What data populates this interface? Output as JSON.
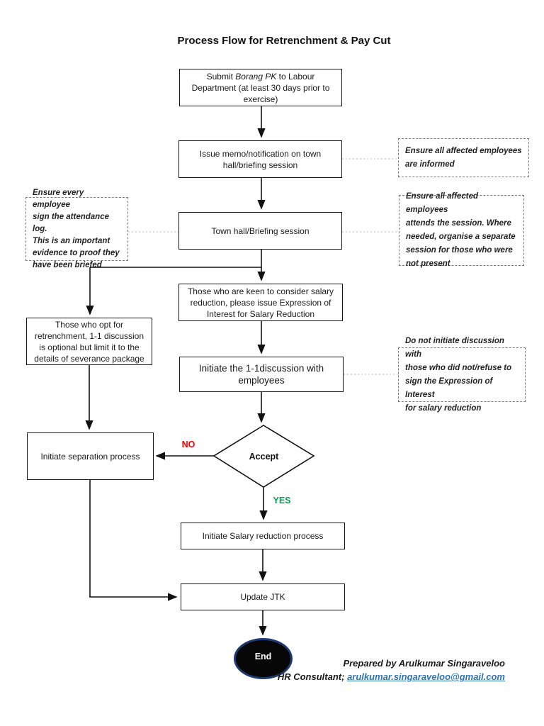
{
  "title": "Process Flow for Retrenchment & Pay Cut",
  "nodes": {
    "submit": {
      "pre": "Submit ",
      "italic": "Borang PK",
      "post": " to Labour",
      "line2": "Department (at least 30 days prior to",
      "line3": "exercise)"
    },
    "memo": {
      "lines": [
        "Issue memo/notification on town",
        "hall/briefing session"
      ]
    },
    "townhall": {
      "label": "Town hall/Briefing session"
    },
    "keen": {
      "lines": [
        "Those who are keen to consider salary",
        "reduction, please issue Expression of",
        "Interest for Salary Reduction"
      ]
    },
    "opt": {
      "lines": [
        "Those who opt for",
        "retrenchment, 1-1 discussion",
        "is optional but limit it to the",
        "details of severance package"
      ]
    },
    "discussion": {
      "lines": [
        "Initiate the 1-1discussion with",
        "employees"
      ]
    },
    "separation": {
      "label": "Initiate separation process"
    },
    "accept": {
      "label": "Accept"
    },
    "salary": {
      "label": "Initiate Salary reduction process"
    },
    "jtk": {
      "label": "Update JTK"
    },
    "end": {
      "label": "End"
    }
  },
  "notes": {
    "informed": {
      "lines": [
        "Ensure all affected employees",
        "are informed"
      ]
    },
    "attendance": {
      "lines": [
        "Ensure every employee",
        "sign the attendance log.",
        "This is an important",
        "evidence to proof they",
        "have been briefed"
      ]
    },
    "attends": {
      "lines": [
        "Ensure all affected employees",
        "attends the session. Where",
        "needed, organise a separate",
        "session for those who were",
        "not present"
      ]
    },
    "no_discussion": {
      "lines": [
        "Do not initiate discussion with",
        "those who did not/refuse to",
        "sign the Expression of Interest",
        "for salary reduction"
      ]
    }
  },
  "branches": {
    "no": "NO",
    "yes": "YES"
  },
  "footer": {
    "prepared": "Prepared by Arulkumar Singaraveloo",
    "role": "HR Consultant; ",
    "email": "arulkumar.singaraveloo@gmail.com"
  },
  "colors": {
    "no_label": "#FF0000",
    "yes_label": "#00A651",
    "email_link": "#2E75B6"
  }
}
